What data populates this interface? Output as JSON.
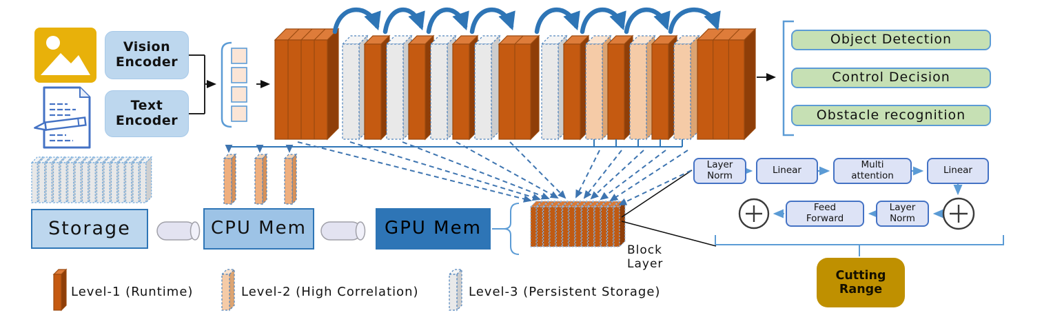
{
  "inputs": {
    "vision_encoder": "Vision Encoder",
    "text_encoder": "Text Encoder"
  },
  "outputs": {
    "items": [
      "Object Detection",
      "Control Decision",
      "Obstacle recognition"
    ]
  },
  "memory": {
    "storage": "Storage",
    "cpu": "CPU Mem",
    "gpu": "GPU Mem"
  },
  "block": {
    "label": "Block Layer"
  },
  "transformer_detail": {
    "layer_norm_1": "Layer Norm",
    "linear_1": "Linear",
    "multi_attention": "Multi attention",
    "linear_2": "Linear",
    "feed_forward": "Feed Forward",
    "layer_norm_2": "Layer Norm",
    "residual_add_symbol": "+",
    "cutting_range": "Cutting Range"
  },
  "legend": {
    "level1": "Level-1 (Runtime)",
    "level2": "Level-2 (High Correlation)",
    "level3": "Level-3 (Persistent Storage)"
  },
  "figure": {
    "stack_sequence": [
      "big",
      "L3",
      "L1",
      "L3",
      "L1",
      "L3",
      "L1",
      "L3",
      "L1W",
      "L3",
      "L1",
      "L2",
      "L1",
      "L2",
      "L1",
      "L2",
      "bigEnd"
    ],
    "token_count": 4,
    "skip_arc_count": 8,
    "storage_slab_count": 16,
    "block_layer_slab_count": 14,
    "cpu_cache_slab_count": 3,
    "colors": {
      "level1_orange": "#C55A11",
      "level2_peach": "#F5CBA7",
      "level3_gray": "#E9E9E9",
      "accent_blue": "#2E75B6",
      "light_blue_box": "#BDD7EE",
      "green_box": "#C6E0B4",
      "gold_box": "#BF9000",
      "detail_box": "#DDE3F6"
    }
  }
}
